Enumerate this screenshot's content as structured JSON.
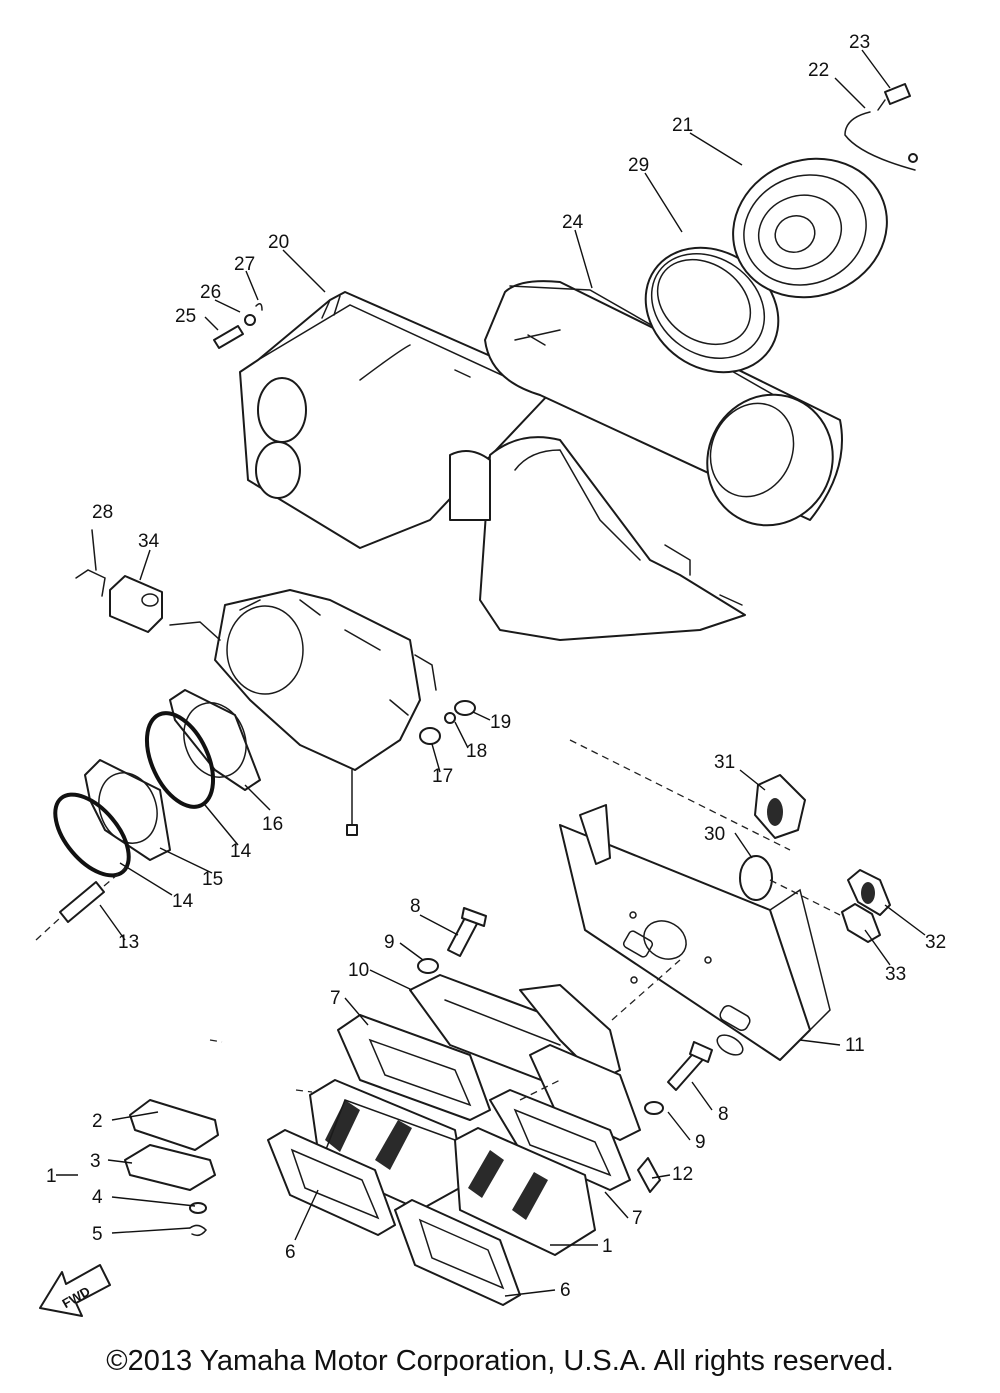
{
  "diagram": {
    "callouts": [
      {
        "id": "23",
        "label": "23"
      },
      {
        "id": "22",
        "label": "22"
      },
      {
        "id": "21",
        "label": "21"
      },
      {
        "id": "29",
        "label": "29"
      },
      {
        "id": "24",
        "label": "24"
      },
      {
        "id": "20",
        "label": "20"
      },
      {
        "id": "27",
        "label": "27"
      },
      {
        "id": "26",
        "label": "26"
      },
      {
        "id": "25",
        "label": "25"
      },
      {
        "id": "28",
        "label": "28"
      },
      {
        "id": "34",
        "label": "34"
      },
      {
        "id": "19",
        "label": "19"
      },
      {
        "id": "18",
        "label": "18"
      },
      {
        "id": "17",
        "label": "17"
      },
      {
        "id": "16",
        "label": "16"
      },
      {
        "id": "14a",
        "label": "14"
      },
      {
        "id": "15",
        "label": "15"
      },
      {
        "id": "14b",
        "label": "14"
      },
      {
        "id": "13",
        "label": "13"
      },
      {
        "id": "31",
        "label": "31"
      },
      {
        "id": "30",
        "label": "30"
      },
      {
        "id": "32",
        "label": "32"
      },
      {
        "id": "33",
        "label": "33"
      },
      {
        "id": "8a",
        "label": "8"
      },
      {
        "id": "9a",
        "label": "9"
      },
      {
        "id": "10",
        "label": "10"
      },
      {
        "id": "7a",
        "label": "7"
      },
      {
        "id": "11",
        "label": "11"
      },
      {
        "id": "2",
        "label": "2"
      },
      {
        "id": "3",
        "label": "3"
      },
      {
        "id": "1a",
        "label": "1"
      },
      {
        "id": "4",
        "label": "4"
      },
      {
        "id": "5",
        "label": "5"
      },
      {
        "id": "6a",
        "label": "6"
      },
      {
        "id": "8b",
        "label": "8"
      },
      {
        "id": "9b",
        "label": "9"
      },
      {
        "id": "12",
        "label": "12"
      },
      {
        "id": "7b",
        "label": "7"
      },
      {
        "id": "1b",
        "label": "1"
      },
      {
        "id": "6b",
        "label": "6"
      }
    ],
    "fwd_label": "FWD"
  },
  "footer": {
    "copyright": "©2013 Yamaha Motor Corporation, U.S.A. All rights reserved."
  }
}
